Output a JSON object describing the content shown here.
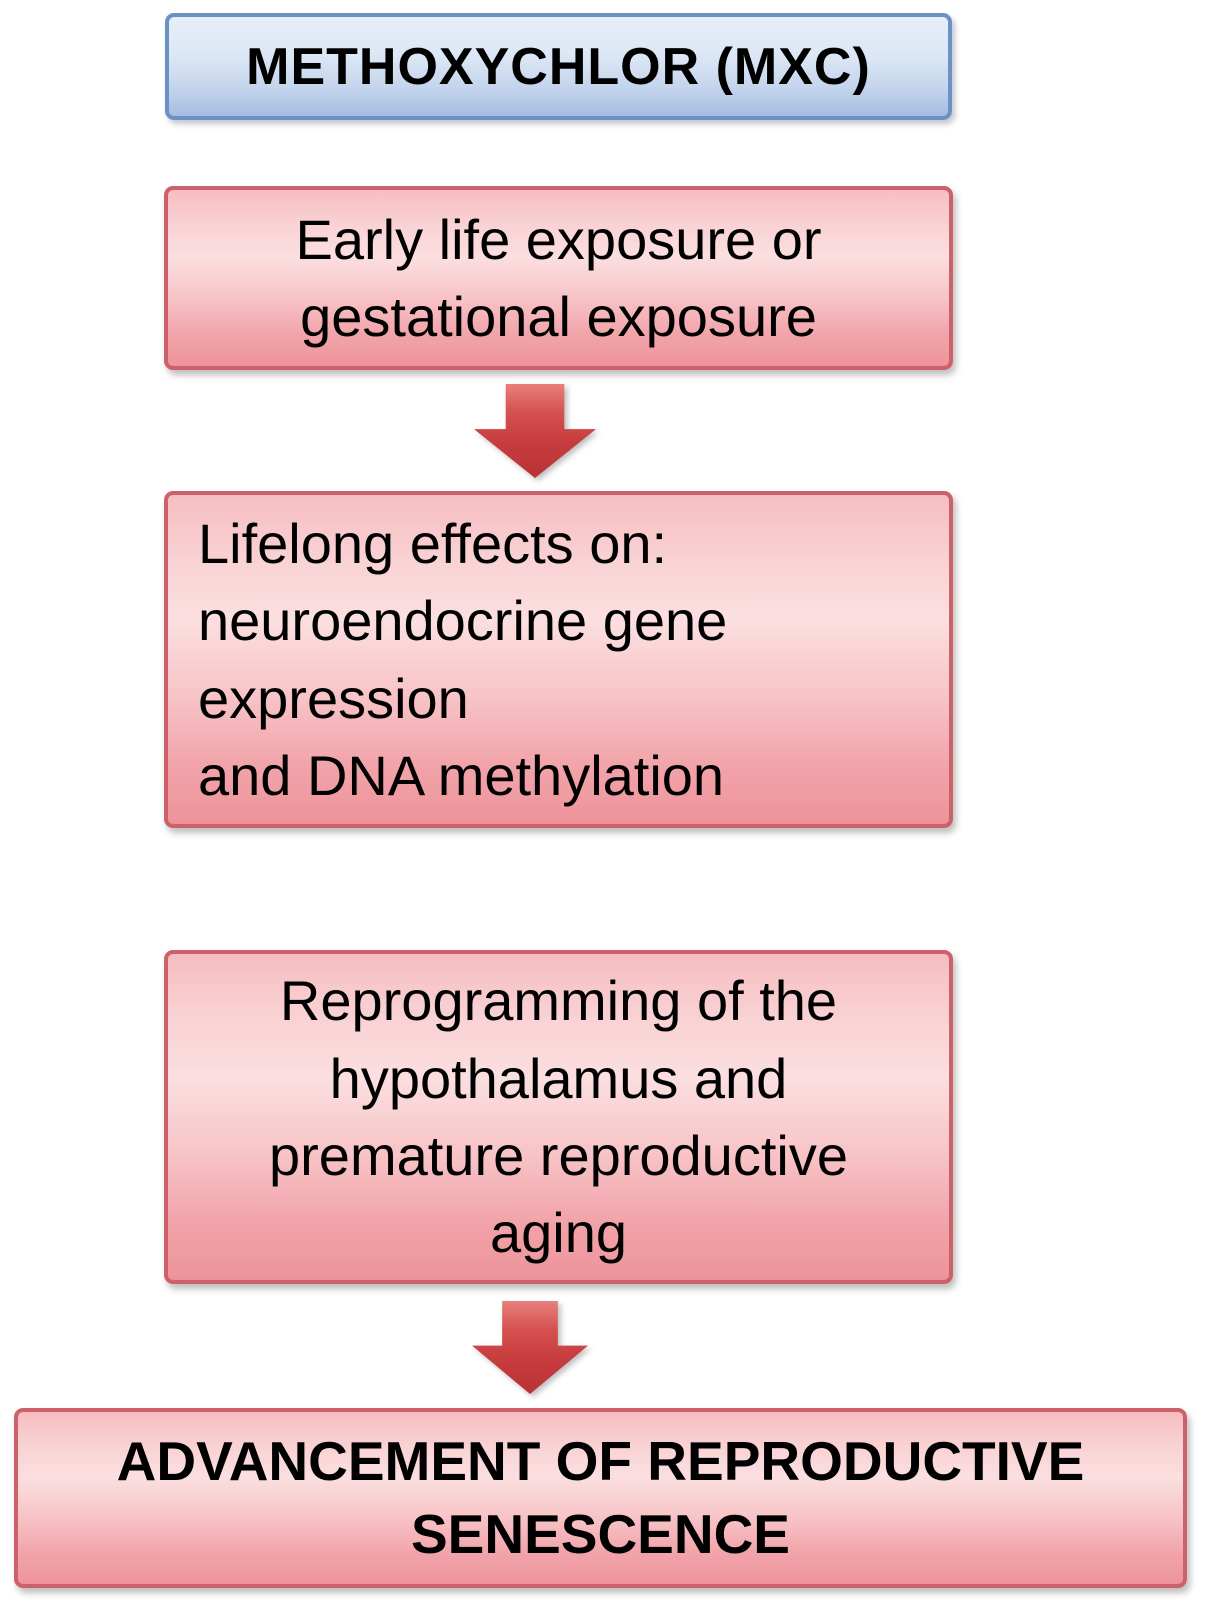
{
  "flowchart": {
    "title_box": {
      "label": "METHOXYCHLOR (MXC)"
    },
    "exposure_box": {
      "lines": [
        "Early life exposure or",
        "gestational exposure"
      ]
    },
    "effects_box": {
      "lines": [
        "Lifelong effects on:",
        "neuroendocrine gene",
        "expression",
        "and DNA methylation"
      ]
    },
    "reprogramming_box": {
      "lines": [
        "Reprogramming of the",
        "hypothalamus and",
        "premature reproductive",
        "aging"
      ]
    },
    "outcome_box": {
      "lines": [
        "ADVANCEMENT OF REPRODUCTIVE",
        "SENESCENCE"
      ]
    },
    "icons": {
      "down_arrow": "⬇"
    },
    "colors": {
      "background": "#ffffff",
      "text": "#000000",
      "blue_box_border": "#6b92c6",
      "blue_box_fill_top": "#e7eef9",
      "blue_box_fill_bottom": "#a5bde2",
      "pink_box_border": "#cd6169",
      "pink_box_fill_top": "#f6bdc1",
      "pink_box_fill_light": "#fbdfe0",
      "pink_box_fill_bottom": "#ed949a",
      "arrow_red": "#c73c3e"
    }
  }
}
